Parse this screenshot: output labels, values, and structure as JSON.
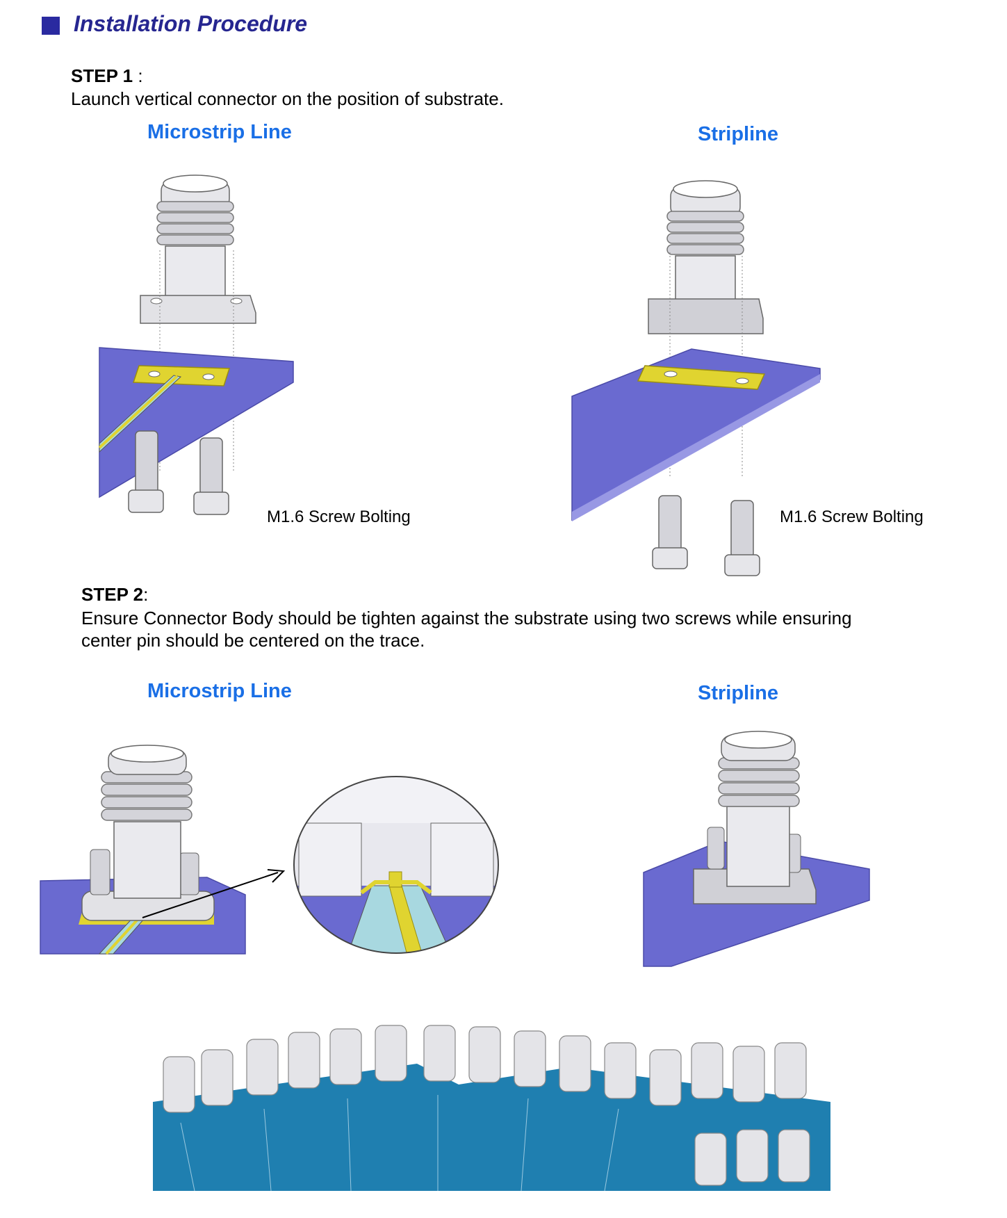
{
  "header": {
    "title": "Installation Procedure"
  },
  "step1": {
    "label": "STEP 1",
    "separator": " :",
    "text": "Launch vertical connector on the position of substrate.",
    "left_title": "Microstrip Line",
    "right_title": "Stripline",
    "left_caption": "M1.6 Screw Bolting",
    "right_caption": "M1.6 Screw Bolting"
  },
  "step2": {
    "label": "STEP 2",
    "separator": ":",
    "text_line1": "Ensure Connector Body should be tighten against the substrate using two screws while ensuring",
    "text_line2": "center pin should be centered on the trace.",
    "left_title": "Microstrip Line",
    "right_title": "Stripline"
  },
  "colors": {
    "title": "#262690",
    "subtitle": "#1a6fe6",
    "substrate": "#6a6ad0",
    "pad": "#e0d430",
    "metal": "#d8d8dc",
    "photo_board": "#1f7fb0"
  },
  "icons": [
    "title-square-bullet"
  ]
}
